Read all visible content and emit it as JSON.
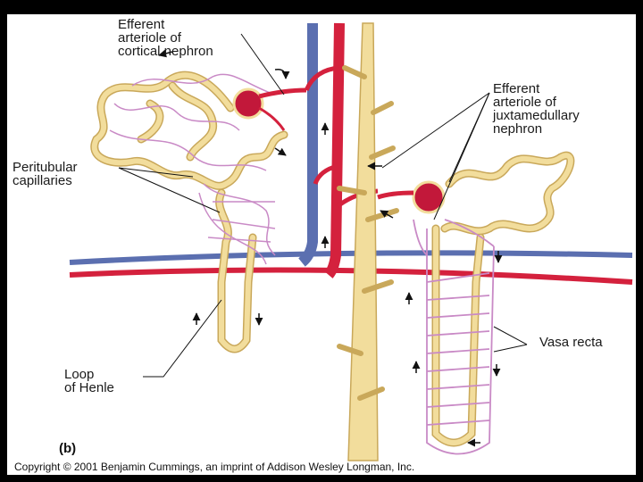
{
  "labels": {
    "efferent_cortical": [
      "Efferent",
      "arteriole of",
      "cortical nephron"
    ],
    "efferent_juxta": [
      "Efferent",
      "arteriole of",
      "juxtamedullary",
      "nephron"
    ],
    "peritubular": [
      "Peritubular",
      "capillaries"
    ],
    "loop_henle": [
      "Loop",
      "of Henle"
    ],
    "vasa_recta": "Vasa recta"
  },
  "panel_letter": "(b)",
  "copyright": "Copyright © 2001 Benjamin Cummings, an imprint of Addison Wesley Longman, Inc.",
  "colors": {
    "artery": "#d4213d",
    "vein": "#5b6fb0",
    "tubule": "#f2dd9c",
    "tubule_outline": "#c9a85a",
    "capillary": "#c98ac6",
    "glomerulus": "#c2183a"
  }
}
